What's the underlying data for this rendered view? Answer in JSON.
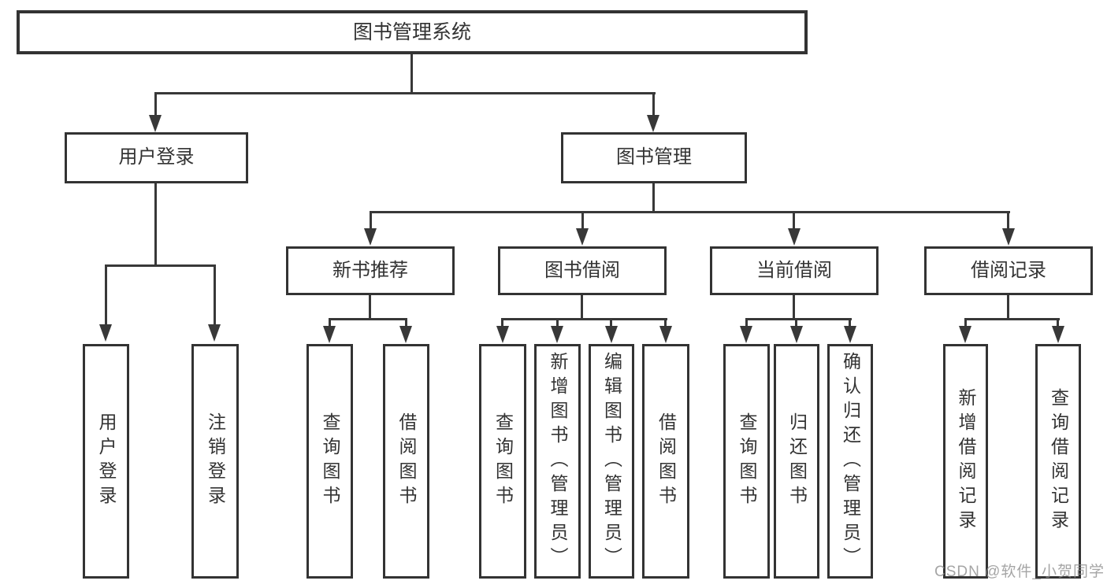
{
  "diagram": {
    "root": {
      "label": "图书管理系统"
    },
    "branches": [
      {
        "label": "用户登录",
        "children": [
          "用户登录",
          "注销登录"
        ]
      },
      {
        "label": "图书管理",
        "children": [
          {
            "label": "新书推荐",
            "children": [
              "查询图书",
              "借阅图书"
            ]
          },
          {
            "label": "图书借阅",
            "children": [
              "查询图书",
              "新增图书（管理员）",
              "编辑图书（管理员）",
              "借阅图书"
            ]
          },
          {
            "label": "当前借阅",
            "children": [
              "查询图书",
              "归还图书",
              "确认归还（管理员）"
            ]
          },
          {
            "label": "借阅记录",
            "children": [
              "新增借阅记录",
              "查询借阅记录"
            ]
          }
        ]
      }
    ]
  },
  "watermark": {
    "text": "CSDN @软件_小贺同学"
  },
  "colors": {
    "line": "#383838",
    "border": "#333333",
    "text": "#333333",
    "background": "#ffffff",
    "watermark": "#8c8c8c"
  }
}
